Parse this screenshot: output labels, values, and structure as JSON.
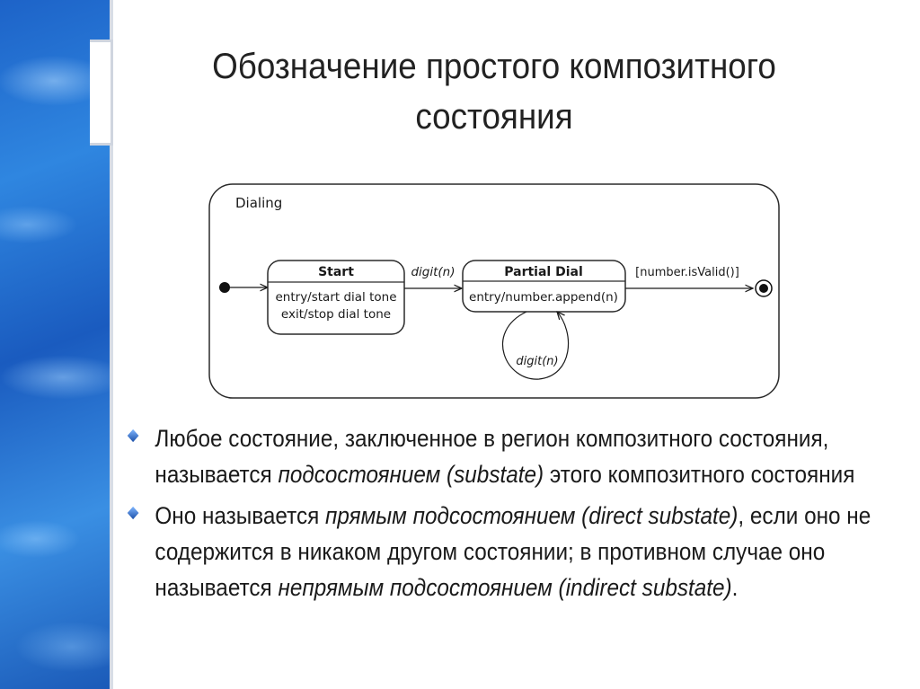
{
  "title": "Обозначение простого композитного состояния",
  "diagram": {
    "composite_state": "Dialing",
    "states": [
      {
        "name": "Start",
        "activities": [
          "entry/start dial tone",
          "exit/stop dial tone"
        ]
      },
      {
        "name": "Partial Dial",
        "activities": [
          "entry/number.append(n)"
        ]
      }
    ],
    "transitions": {
      "start_to_partial": "digit(n)",
      "self_loop": "digit(n)",
      "to_final": "[number.isValid()]"
    }
  },
  "bullets": [
    {
      "parts": [
        {
          "text": "Любое состояние, заключенное в регион композитного состояния, называется ",
          "italic": false
        },
        {
          "text": "подсостоянием (substate)",
          "italic": true
        },
        {
          "text": " этого композитного состояния",
          "italic": false
        }
      ]
    },
    {
      "parts": [
        {
          "text": "Оно называется ",
          "italic": false
        },
        {
          "text": "прямым подсостоянием (direct substate)",
          "italic": true
        },
        {
          "text": ", если оно не содержится в никаком другом состоянии; в противном случае оно называется ",
          "italic": false
        },
        {
          "text": "непрямым подсостоянием (indirect substate)",
          "italic": true
        },
        {
          "text": ".",
          "italic": false
        }
      ]
    }
  ],
  "colors": {
    "band": "#1d63c8",
    "bullet_icon": "#2a62c0",
    "text": "#1a1a1a"
  }
}
